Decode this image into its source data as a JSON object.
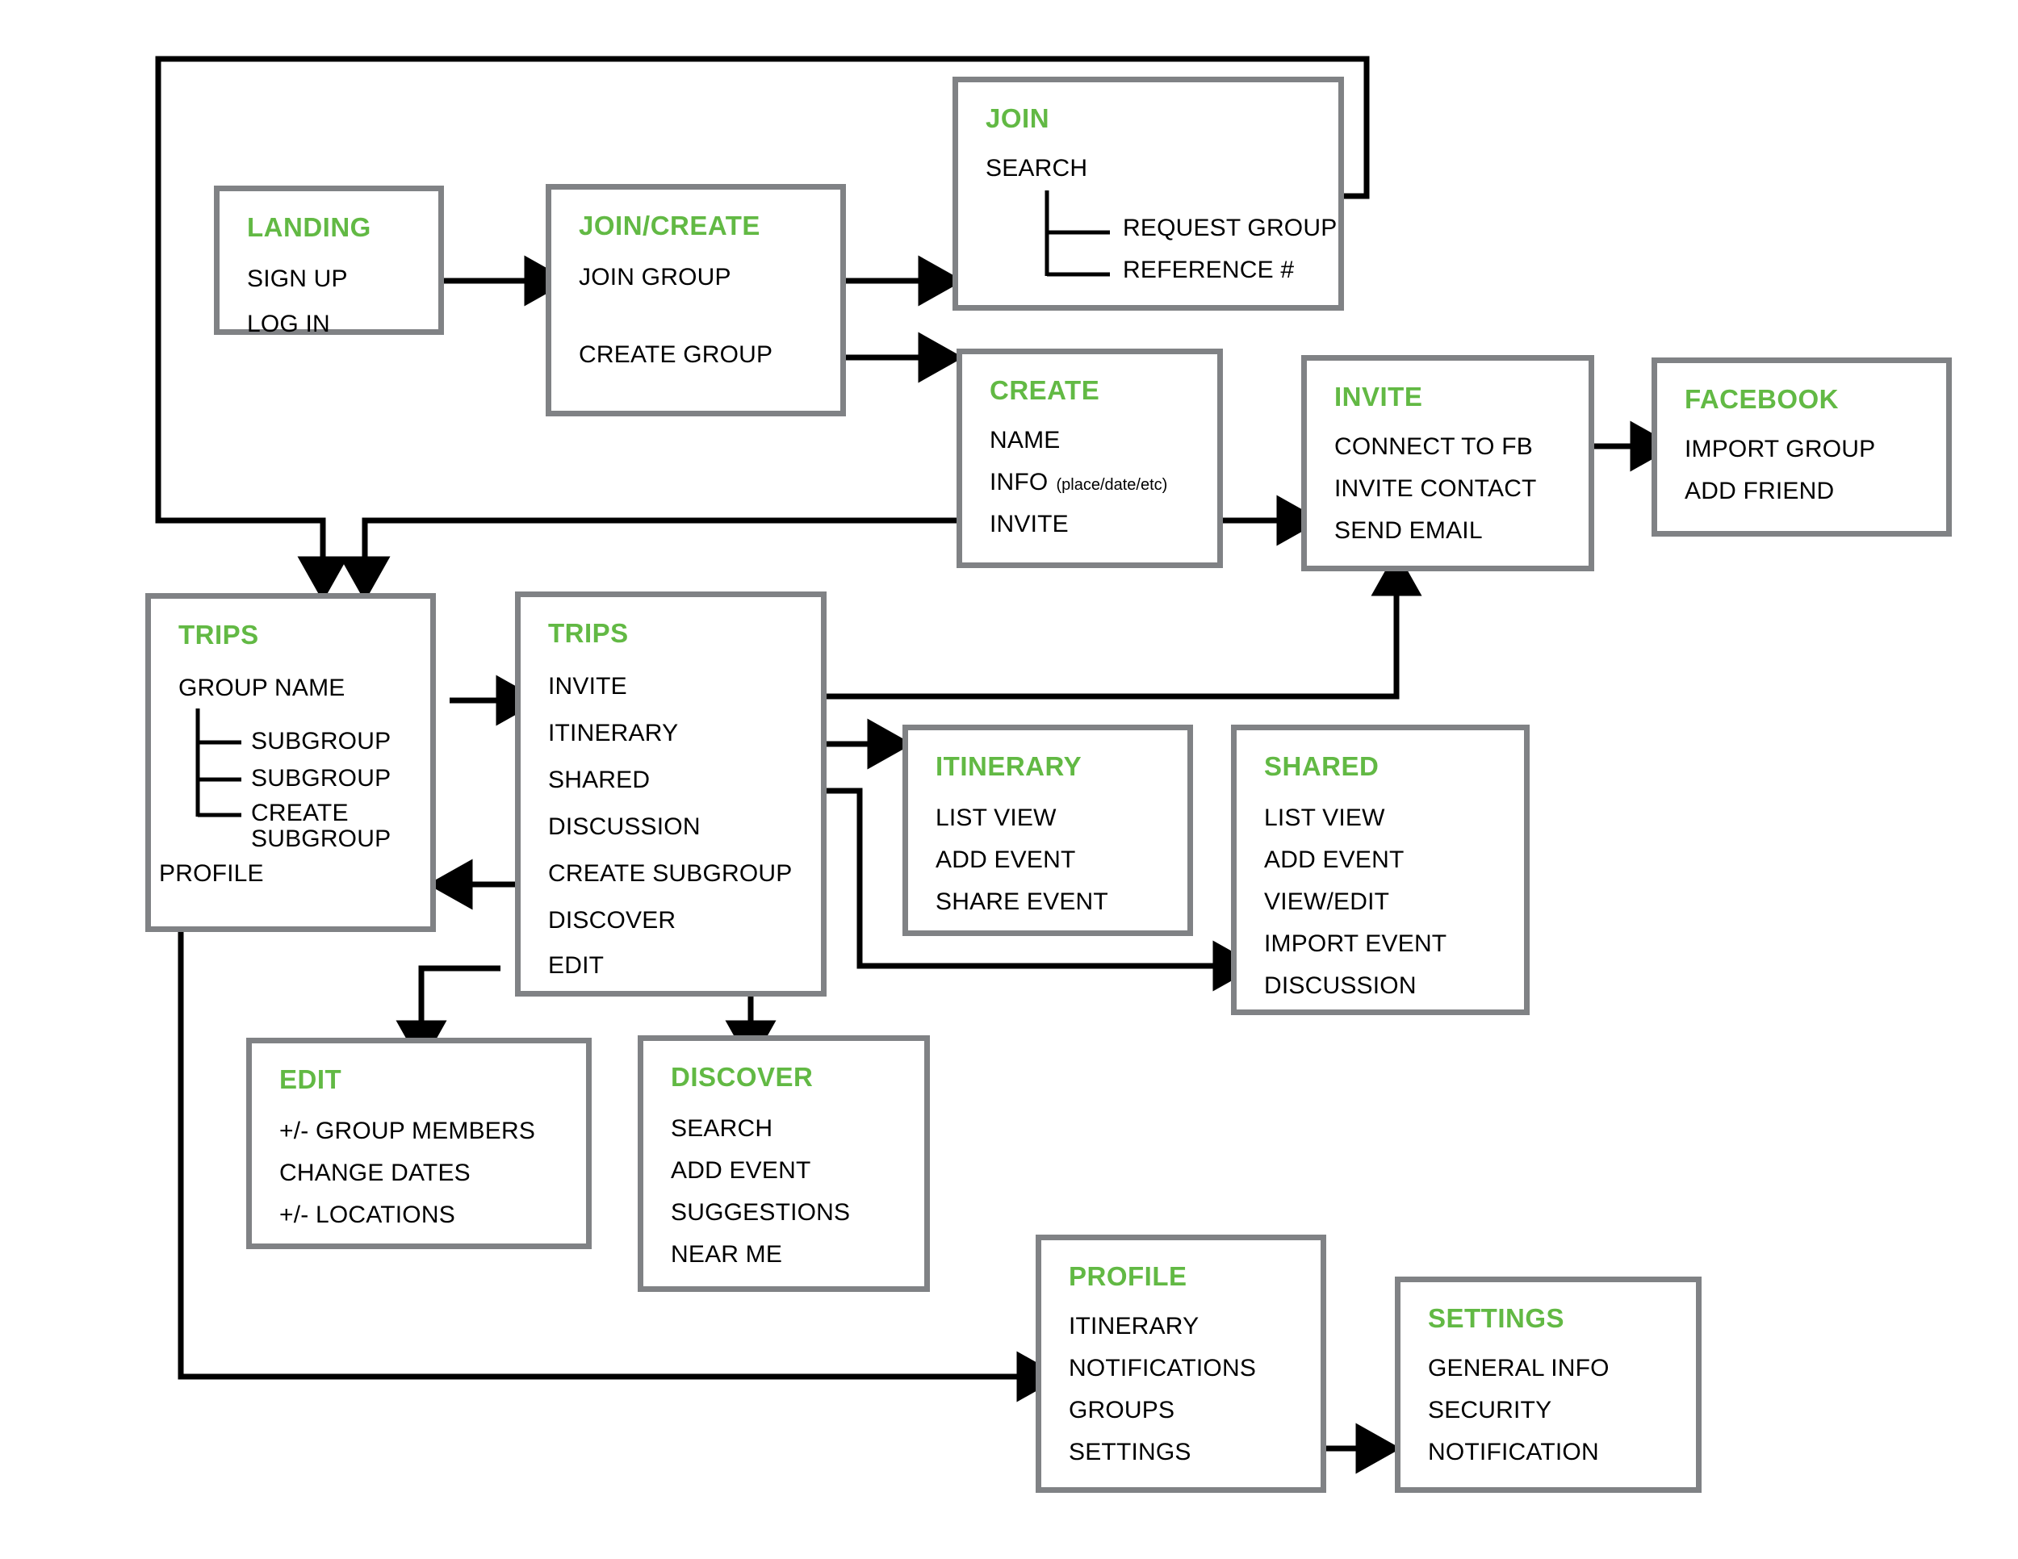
{
  "meta": {
    "diagram_title": "Group Trip App User Flow",
    "accent_color": "#62B944",
    "box_border_color": "#808285",
    "connector_color": "#000000",
    "background_color": "#ffffff"
  },
  "nodes": {
    "landing": {
      "title": "LANDING",
      "items": [
        "SIGN UP",
        "LOG IN"
      ]
    },
    "join_create": {
      "title": "JOIN/CREATE",
      "items": [
        "JOIN GROUP",
        "CREATE GROUP"
      ]
    },
    "join": {
      "title": "JOIN",
      "items": [
        "SEARCH"
      ],
      "children": [
        "REQUEST GROUP",
        "REFERENCE #"
      ]
    },
    "create": {
      "title": "CREATE",
      "items": [
        "NAME",
        "INFO",
        "INVITE"
      ],
      "info_note": "(place/date/etc)"
    },
    "invite": {
      "title": "INVITE",
      "items": [
        "CONNECT TO FB",
        "INVITE CONTACT",
        "SEND EMAIL"
      ]
    },
    "facebook": {
      "title": "FACEBOOK",
      "items": [
        "IMPORT GROUP",
        "ADD FRIEND"
      ]
    },
    "trips_groups": {
      "title": "TRIPS",
      "items": [
        "GROUP NAME",
        "PROFILE"
      ],
      "children": [
        "SUBGROUP",
        "SUBGROUP",
        "CREATE SUBGROUP"
      ]
    },
    "trips_detail": {
      "title": "TRIPS",
      "items": [
        "INVITE",
        "ITINERARY",
        "SHARED",
        "DISCUSSION",
        "CREATE SUBGROUP",
        "DISCOVER",
        "EDIT"
      ]
    },
    "itinerary": {
      "title": "ITINERARY",
      "items": [
        "LIST VIEW",
        "ADD EVENT",
        "SHARE EVENT"
      ]
    },
    "shared": {
      "title": "SHARED",
      "items": [
        "LIST VIEW",
        "ADD EVENT",
        "VIEW/EDIT",
        "IMPORT EVENT",
        "DISCUSSION"
      ]
    },
    "edit": {
      "title": "EDIT",
      "items": [
        "+/- GROUP MEMBERS",
        "CHANGE DATES",
        "+/- LOCATIONS"
      ]
    },
    "discover": {
      "title": "DISCOVER",
      "items": [
        "SEARCH",
        "ADD EVENT",
        "SUGGESTIONS",
        "NEAR ME"
      ]
    },
    "profile": {
      "title": "PROFILE",
      "items": [
        "ITINERARY",
        "NOTIFICATIONS",
        "GROUPS",
        "SETTINGS"
      ]
    },
    "settings": {
      "title": "SETTINGS",
      "items": [
        "GENERAL INFO",
        "SECURITY",
        "NOTIFICATION"
      ]
    }
  },
  "connections": [
    {
      "from": "landing.SIGN UP",
      "to": "join_create",
      "type": "arrow"
    },
    {
      "from": "join_create.JOIN GROUP",
      "to": "join",
      "type": "arrow"
    },
    {
      "from": "join_create.CREATE GROUP",
      "to": "create",
      "type": "arrow"
    },
    {
      "from": "join",
      "to": "trips_groups",
      "type": "loop-left-down"
    },
    {
      "from": "create.INVITE",
      "to": "invite",
      "type": "arrow"
    },
    {
      "from": "create.INVITE",
      "to": "trips_groups",
      "type": "loop-left-down"
    },
    {
      "from": "invite.CONNECT TO FB",
      "to": "facebook",
      "type": "arrow"
    },
    {
      "from": "trips_groups.GROUP NAME",
      "to": "trips_detail",
      "type": "arrow"
    },
    {
      "from": "trips_detail.INVITE",
      "to": "invite",
      "type": "right-up-arrow"
    },
    {
      "from": "trips_detail.ITINERARY",
      "to": "itinerary",
      "type": "arrow"
    },
    {
      "from": "trips_detail.SHARED",
      "to": "shared",
      "type": "right-down-right-arrow"
    },
    {
      "from": "trips_detail.CREATE SUBGROUP",
      "to": "trips_groups",
      "type": "left-arrow"
    },
    {
      "from": "trips_detail.DISCOVER",
      "to": "discover",
      "type": "right-down-arrow"
    },
    {
      "from": "trips_detail.EDIT",
      "to": "edit",
      "type": "left-down-arrow"
    },
    {
      "from": "trips_groups.PROFILE",
      "to": "profile",
      "type": "down-right-arrow"
    },
    {
      "from": "profile.SETTINGS",
      "to": "settings",
      "type": "arrow"
    }
  ]
}
